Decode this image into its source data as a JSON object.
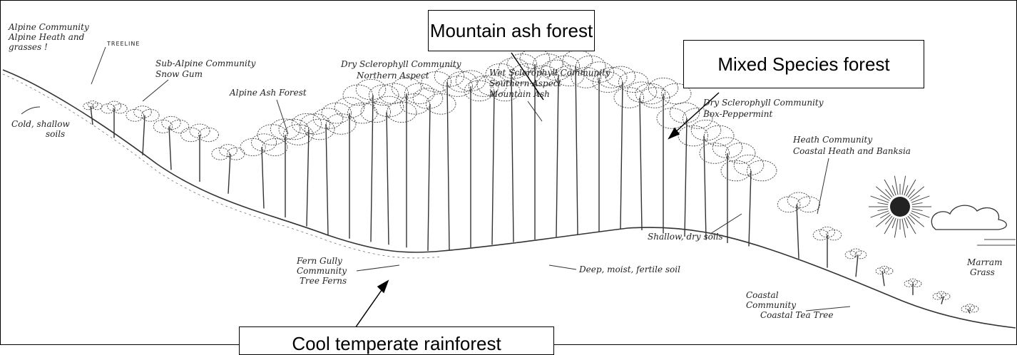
{
  "callouts": {
    "mountain_ash": "Mountain ash forest",
    "mixed_species": "Mixed Species forest",
    "cool_temperate": "Cool temperate rainforest"
  },
  "handwritten": {
    "alpine_1": "Alpine Community",
    "alpine_2": "Alpine Heath and",
    "alpine_3": "grasses !",
    "treeline": "TREELINE",
    "cold_1": "Cold, shallow",
    "cold_2": "soils",
    "subalpine_1": "Sub-Alpine Community",
    "subalpine_2": "Snow Gum",
    "alpine_ash": "Alpine Ash Forest",
    "dry_north_1": "Dry Sclerophyll Community",
    "dry_north_2": "Northern Aspect",
    "wet_1": "Wet Sclerophyll Community",
    "wet_2": "Southern Aspect",
    "wet_3": "Mountain Ash",
    "dry_box_1": "Dry Sclerophyll Community",
    "dry_box_2": "Box-Peppermint",
    "heath_1": "Heath Community",
    "heath_2": "Coastal Heath and Banksia",
    "shallow_dry": "Shallow, dry soils",
    "deep_moist": "Deep, moist, fertile soil",
    "fern_1": "Fern Gully",
    "fern_2": "Community",
    "fern_3": "Tree Ferns",
    "coastal_1": "Coastal",
    "coastal_2": "Community",
    "coastal_3": "Coastal Tea Tree",
    "marram_1": "Marram",
    "marram_2": "Grass"
  }
}
